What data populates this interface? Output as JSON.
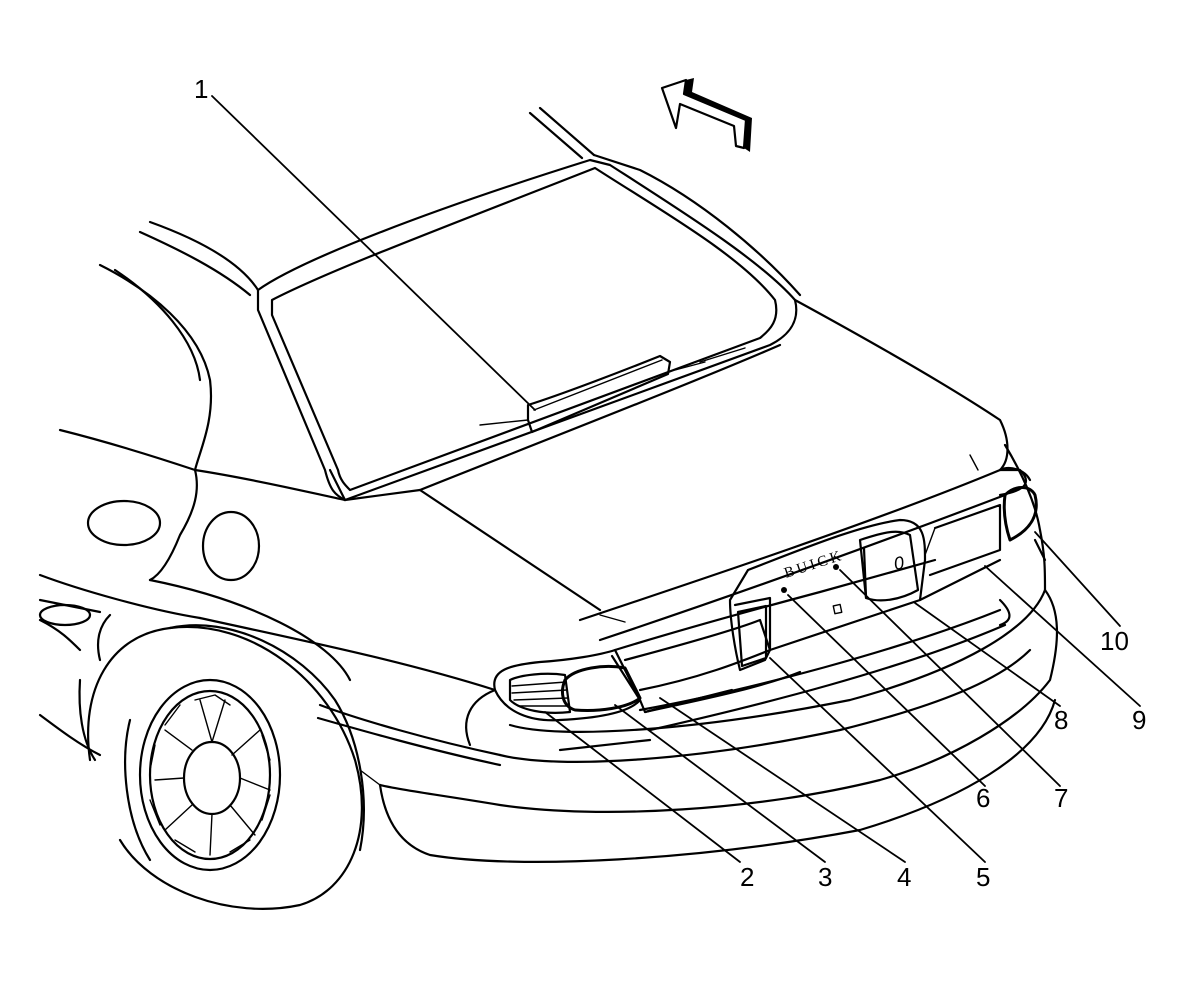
{
  "diagram": {
    "badge_text": "BUICK",
    "callouts": [
      "1",
      "2",
      "3",
      "4",
      "5",
      "6",
      "7",
      "8",
      "9",
      "10"
    ]
  }
}
